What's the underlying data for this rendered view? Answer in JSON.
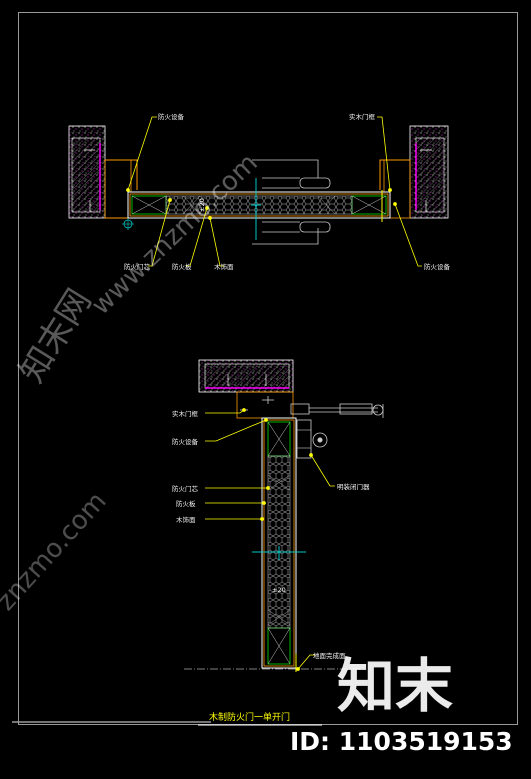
{
  "drawing": {
    "title": "木制防火门一单开门",
    "plan_labels": {
      "fire_equipment_top": "防火设备",
      "solid_frame_top": "实木门框",
      "fire_core": "防火门芯",
      "fire_board": "防火板",
      "wood_finish": "木饰面",
      "fire_equipment_right": "防火设备",
      "dim_mark": "±20"
    },
    "section_labels": {
      "solid_frame": "实木门框",
      "fire_equipment": "防火设备",
      "fire_core": "防火门芯",
      "fire_board": "防火板",
      "wood_finish": "木饰面",
      "door_closer": "明装闭门器",
      "floor_finish": "地面完成面",
      "dim_mark": "±20"
    }
  },
  "watermark": {
    "brand_cn": "知末",
    "site_cn": "知末网",
    "site_url": "www.znzmo.com",
    "site_url_short": "znzmo.com",
    "id_text": "ID: 1103519153"
  },
  "colors": {
    "background": "#000000",
    "frame_line": "#ffffff",
    "leader": "#ffff00",
    "wall_orange": "#ff9900",
    "magenta": "#ff00ff",
    "cyan": "#00c8c8",
    "green": "#00e000"
  }
}
